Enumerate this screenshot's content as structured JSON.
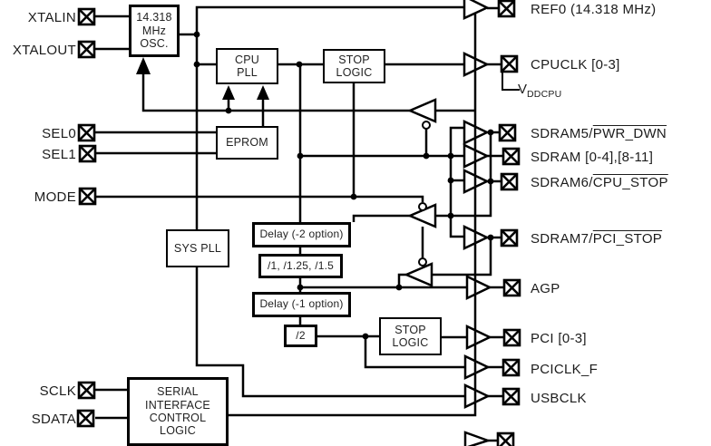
{
  "pins": {
    "left": [
      {
        "name": "XTALIN"
      },
      {
        "name": "XTALOUT"
      },
      {
        "name": "SEL0"
      },
      {
        "name": "SEL1"
      },
      {
        "name": "MODE"
      },
      {
        "name": "SCLK"
      },
      {
        "name": "SDATA"
      }
    ],
    "right": [
      {
        "text": "REF0 (14.318 MHz)",
        "over": ""
      },
      {
        "text": "CPUCLK [0-3]",
        "over": ""
      },
      {
        "text": "SDRAM5/",
        "over": "PWR_DWN"
      },
      {
        "text": "SDRAM [0-4],[8-11]",
        "over": ""
      },
      {
        "text": "SDRAM6/",
        "over": "CPU_STOP"
      },
      {
        "text": "SDRAM7/",
        "over": "PCI_STOP"
      },
      {
        "text": "AGP",
        "over": ""
      },
      {
        "text": "PCI [0-3]",
        "over": ""
      },
      {
        "text": "PCICLK_F",
        "over": ""
      },
      {
        "text": "USBCLK",
        "over": ""
      }
    ],
    "power": {
      "base": "V",
      "sub": "DDCPU"
    }
  },
  "blocks": {
    "osc": [
      "14.318",
      "MHz",
      "OSC."
    ],
    "cpu_pll": [
      "CPU",
      "PLL"
    ],
    "stop_logic_top": [
      "STOP",
      "LOGIC"
    ],
    "eprom": [
      "EPROM"
    ],
    "sys_pll": [
      "SYS PLL"
    ],
    "delay_minus2": [
      "Delay (-2 option)"
    ],
    "divider_group": [
      "/1, /1.25, /1.5"
    ],
    "delay_minus1": [
      "Delay (-1 option)"
    ],
    "div2": [
      "/2"
    ],
    "stop_logic_bottom": [
      "STOP",
      "LOGIC"
    ],
    "serial": [
      "SERIAL",
      "INTERFACE",
      "CONTROL",
      "LOGIC"
    ]
  },
  "colors": {
    "line": "#000000",
    "background": "#ffffff"
  }
}
